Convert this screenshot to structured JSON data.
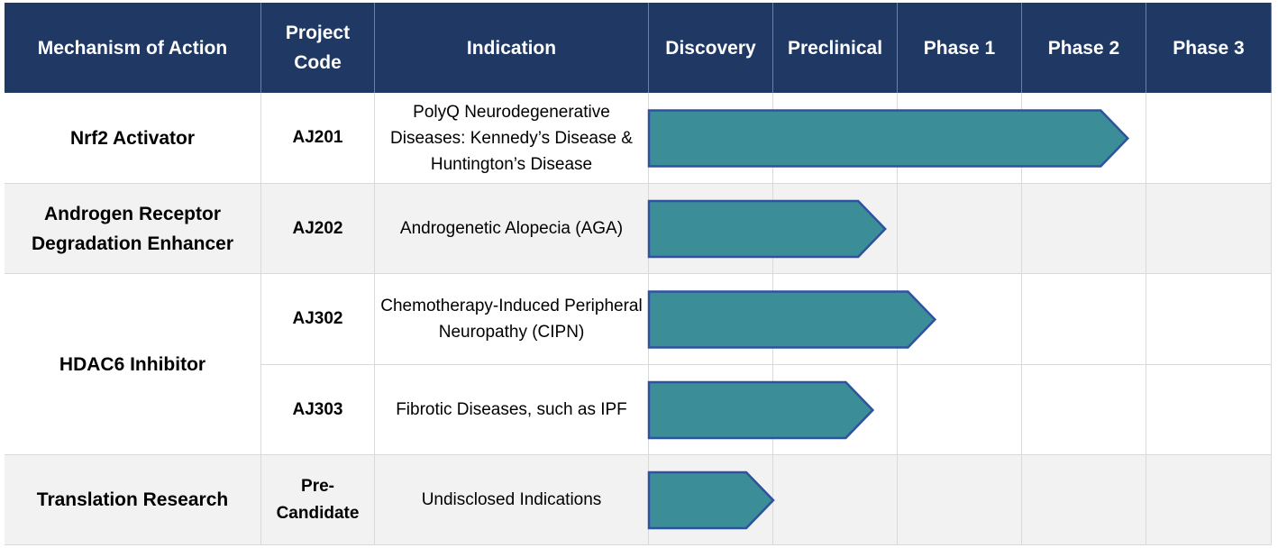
{
  "headers": {
    "moa": "Mechanism of Action",
    "code": "Project Code",
    "indication": "Indication"
  },
  "chart_data": {
    "type": "table",
    "stages": [
      "Discovery",
      "Preclinical",
      "Phase 1",
      "Phase 2",
      "Phase 3"
    ],
    "rows": [
      {
        "mechanism": "Nrf2 Activator",
        "code": "AJ201",
        "indication": "PolyQ Neurodegenerative Diseases: Kennedy’s Disease & Huntington’s Disease",
        "progress": 3.85
      },
      {
        "mechanism": "Androgen Receptor Degradation Enhancer",
        "code": "AJ202",
        "indication": "Androgenetic Alopecia (AGA)",
        "progress": 1.9
      },
      {
        "mechanism": "HDAC6 Inhibitor",
        "code": "AJ302",
        "indication": "Chemotherapy-Induced Peripheral Neuropathy (CIPN)",
        "progress": 2.3
      },
      {
        "mechanism": "HDAC6 Inhibitor",
        "code": "AJ303",
        "indication": "Fibrotic Diseases, such as IPF",
        "progress": 1.8
      },
      {
        "mechanism": "Translation Research",
        "code": "Pre-Candidate",
        "indication": "Undisclosed Indications",
        "progress": 1.0
      }
    ]
  },
  "colors": {
    "header_bg": "#1f3864",
    "bar_fill": "#3b8e97",
    "bar_stroke": "#2f52a0"
  }
}
